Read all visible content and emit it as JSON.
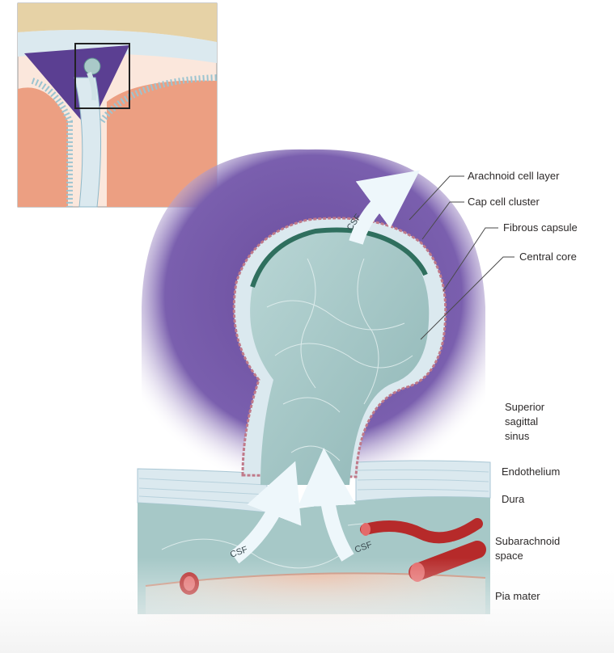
{
  "labels": {
    "arachnoid_cell_layer": "Arachnoid cell layer",
    "cap_cell_cluster": "Cap cell cluster",
    "fibrous_capsule": "Fibrous capsule",
    "central_core": "Central core",
    "superior_sagittal_sinus": [
      "Superior",
      "sagittal",
      "sinus"
    ],
    "endothelium": "Endothelium",
    "dura": "Dura",
    "subarachnoid_space": [
      "Subarachnoid",
      "space"
    ],
    "pia_mater": "Pia mater"
  },
  "arrows": {
    "csf_label": "CSF"
  },
  "colors": {
    "sinus_purple": "#6a4c9c",
    "granulation": "#a9c9c8",
    "dura_blue": "#dbe9ef",
    "vessel_red": "#b62a2a",
    "brain_pink": "#e8b49a",
    "bone_tan": "#e6d2a6"
  }
}
